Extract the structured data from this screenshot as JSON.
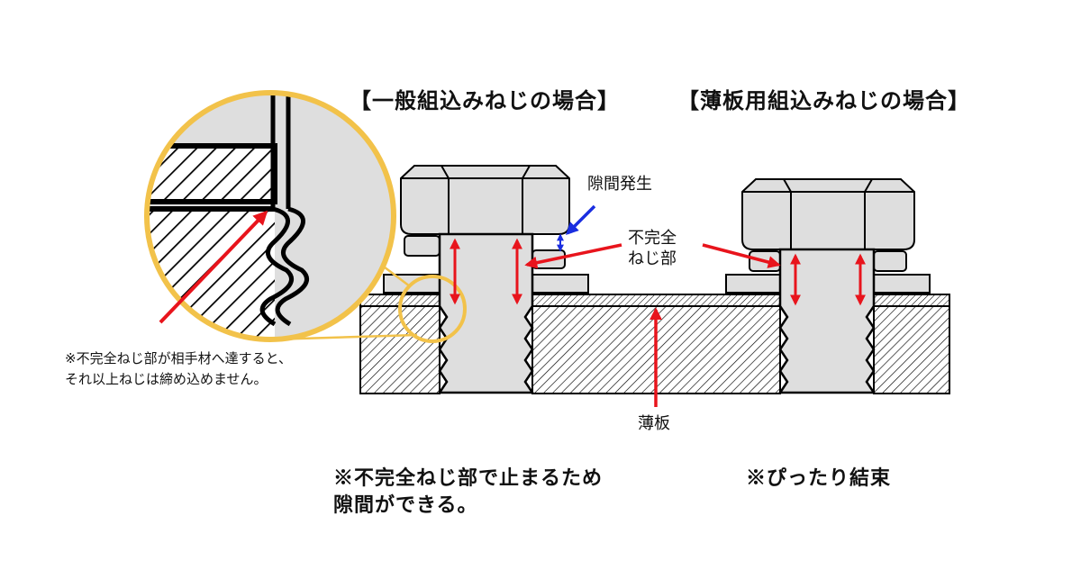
{
  "titles": {
    "general": "【一般組込みねじの場合】",
    "thin": "【薄板用組込みねじの場合】"
  },
  "labels": {
    "gap": "隙間発生",
    "incomplete_line1": "不完全",
    "incomplete_line2": "ねじ部",
    "thin_plate": "薄板",
    "zoom_note_line1": "※不完全ねじ部が相手材へ達すると、",
    "zoom_note_line2": "それ以上ねじは締め込めません。"
  },
  "notes": {
    "general_line1": "※不完全ねじ部で止まるため",
    "general_line2": "隙間ができる。",
    "thin": "※ぴったり結束"
  },
  "colors": {
    "arrow_red": "#e8141c",
    "arrow_blue": "#1a2ee0",
    "zoom_ring": "#f2c24a",
    "metal_fill": "#dedede",
    "outline": "#000000"
  }
}
